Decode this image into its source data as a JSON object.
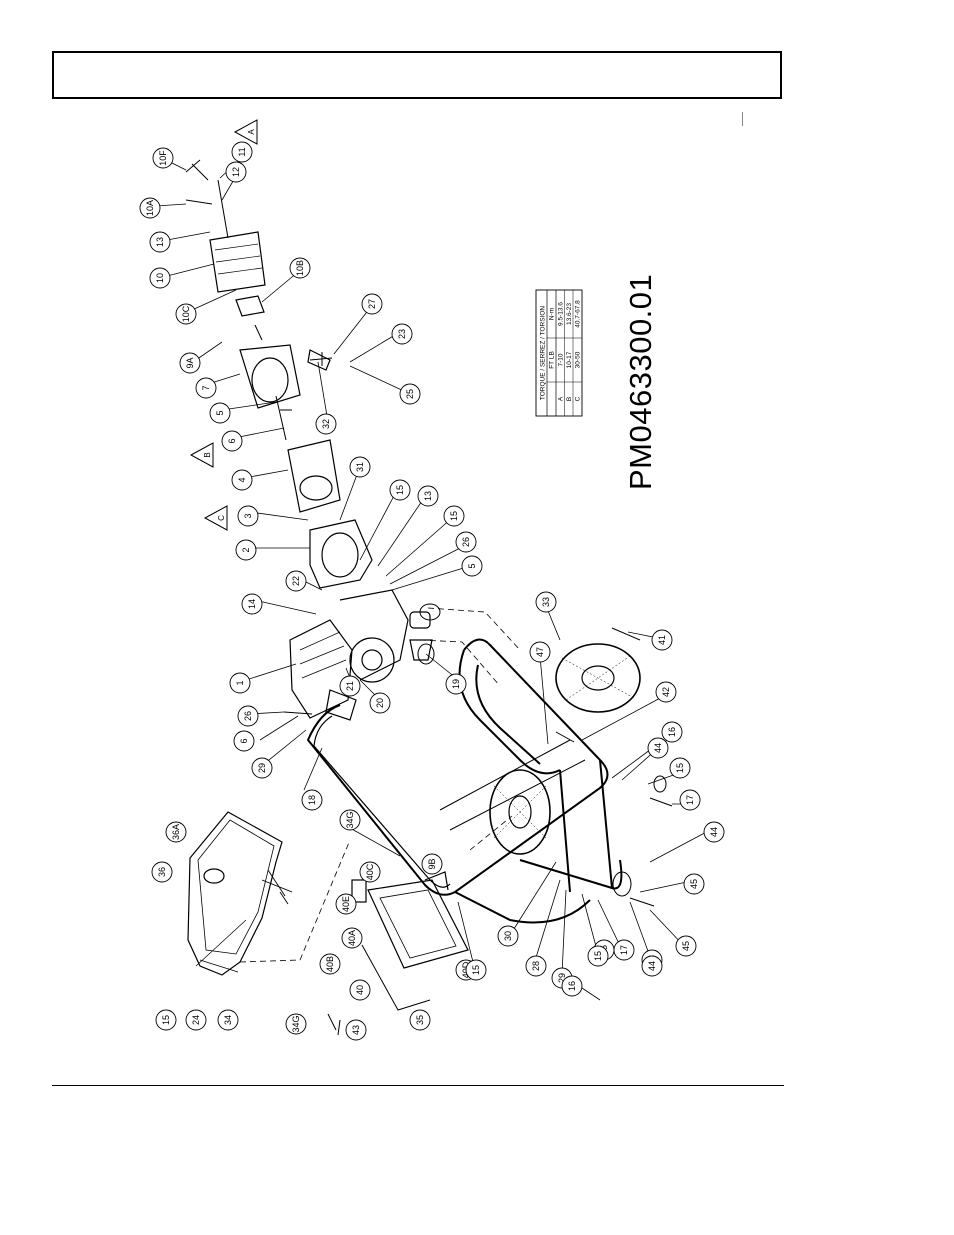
{
  "callouts": [
    "10F",
    "11",
    "10A",
    "12",
    "13",
    "10",
    "10C",
    "10B",
    "9A",
    "7",
    "5",
    "6",
    "4",
    "3",
    "2",
    "31",
    "22",
    "14",
    "1",
    "20",
    "21",
    "26",
    "6",
    "29",
    "19",
    "15",
    "13",
    "15",
    "26",
    "5",
    "27",
    "23",
    "25",
    "32",
    "33",
    "41",
    "42",
    "47",
    "16",
    "44",
    "15",
    "17",
    "44",
    "45",
    "28",
    "25",
    "18",
    "36A",
    "36",
    "34G",
    "40C",
    "9B",
    "40E",
    "40A",
    "40B",
    "40D",
    "40",
    "34G",
    "43",
    "35",
    "15",
    "24",
    "34",
    "15",
    "30",
    "28",
    "29",
    "16",
    "15",
    "17",
    "44",
    "45"
  ],
  "triangles": [
    "A",
    "B",
    "C"
  ],
  "torque_table": {
    "title": "TORQUE / SERREZ / TORSION",
    "col1": "FT LB",
    "col2": "N-m",
    "rows": [
      {
        "mark": "A",
        "ftlb": "7-10",
        "nm": "9.5-13.6"
      },
      {
        "mark": "B",
        "ftlb": "10-17",
        "nm": "13.6-23"
      },
      {
        "mark": "C",
        "ftlb": "30-50",
        "nm": "40.7-67.8"
      }
    ]
  },
  "part_number": "PM0463300.01"
}
